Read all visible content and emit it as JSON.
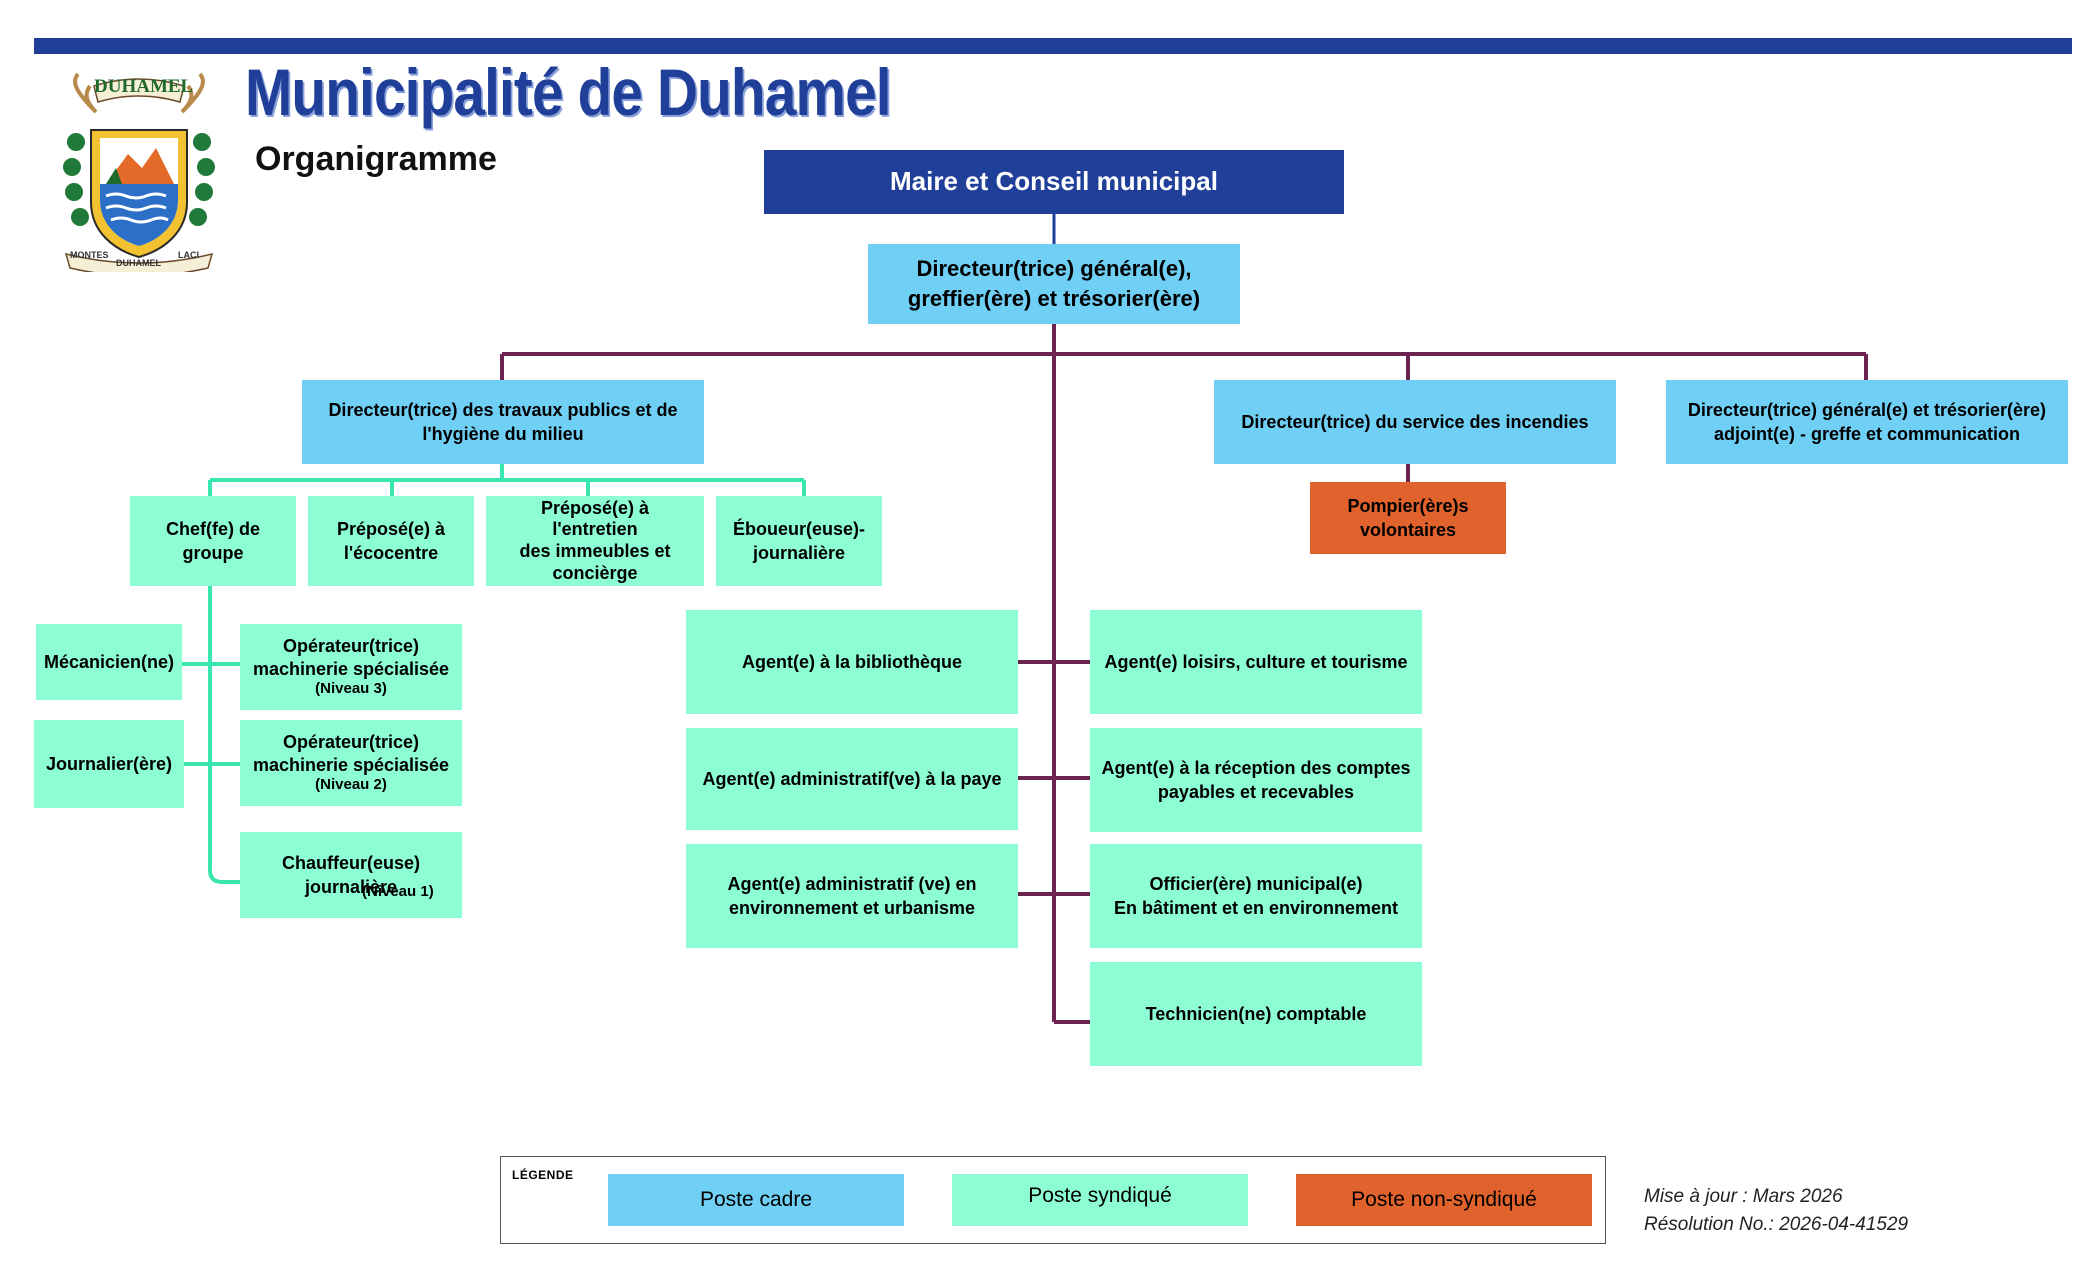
{
  "header": {
    "title": "Municipalité de Duhamel",
    "subtitle": "Organigramme",
    "logo_text_top": "DUHAMEL",
    "logo_text_bottom_left": "MONTES",
    "logo_text_bottom_mid": "DUHAMEL",
    "logo_text_bottom_right": "LACI"
  },
  "org": {
    "mayor": "Maire et Conseil municipal",
    "dg": "Directeur(trice) général(e),\ngreffier(ère) et trésorier(ère)",
    "dir_tp": "Directeur(trice) des travaux publics et de\nl'hygiène du milieu",
    "dir_incendie": "Directeur(trice) du service des incendies",
    "dg_adjoint": "Directeur(trice) général(e) et trésorier(ère)\nadjoint(e) - greffe et communication",
    "pompiers": "Pompier(ère)s\nvolontaires",
    "chef_groupe": "Chef(fe) de\ngroupe",
    "prepose_ecocentre": "Préposé(e) à\nl'écocentre",
    "prepose_entretien": "Préposé(e) à l'entretien\ndes immeubles et\nconcièrge",
    "eboueur": "Éboueur(euse)-\njournalière",
    "mecanicien": "Mécanicien(ne)",
    "journalier": "Journalier(ère)",
    "operateur3_main": "Opérateur(trice)\nmachinerie spécialisée",
    "operateur3_level": "(Niveau 3)",
    "operateur2_main": "Opérateur(trice)\nmachinerie spécialisée",
    "operateur2_level": "(Niveau 2)",
    "chauffeur_main": "Chauffeur(euse)\njournalière",
    "chauffeur_level": "(Niveau 1)",
    "agent_biblio": "Agent(e) à la bibliothèque",
    "agent_paye": "Agent(e) administratif(ve) à la paye",
    "agent_env": "Agent(e) administratif (ve) en\nenvironnement et urbanisme",
    "agent_loisirs": "Agent(e) loisirs, culture et tourisme",
    "agent_comptes": "Agent(e) à la réception des comptes\npayables et recevables",
    "officier": "Officier(ère) municipal(e)\nEn bâtiment et en environnement",
    "technicien": "Technicien(ne) comptable"
  },
  "legend": {
    "title": "LÉGENDE",
    "cadre": "Poste cadre",
    "syndique": "Poste syndiqué",
    "non_syndique": "Poste non-syndiqué"
  },
  "footer": {
    "update": "Mise à jour : Mars 2026",
    "resolution": "Résolution  No.: 2026-04-41529"
  },
  "colors": {
    "brand_blue": "#1f3f99",
    "cadre": "#6fcff5",
    "syndique": "#8dfdd4",
    "non_syndique": "#e0622c",
    "connector_purple": "#6b2350",
    "connector_green": "#39e6b0"
  }
}
